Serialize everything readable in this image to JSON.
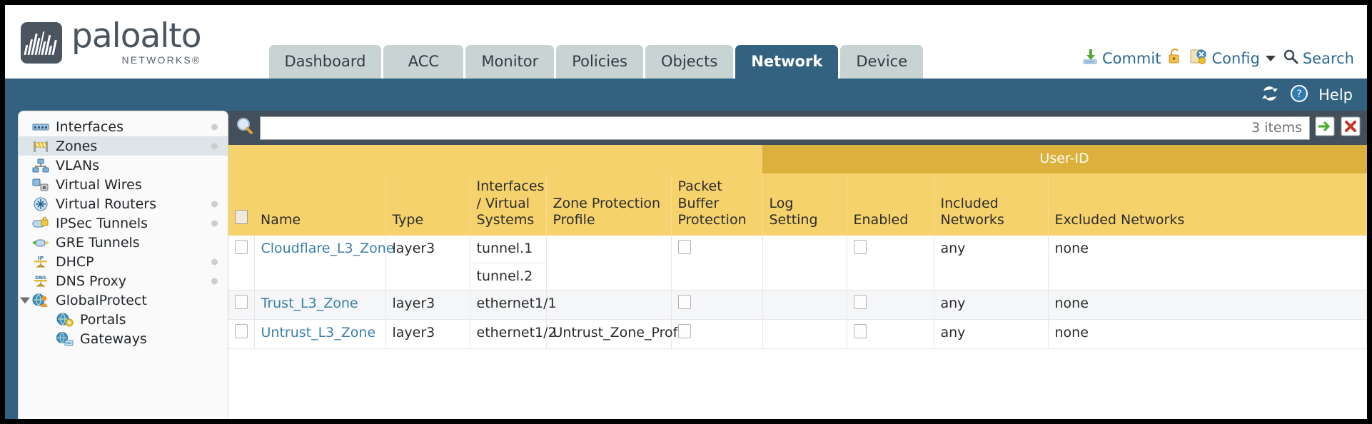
{
  "brand": {
    "name": "paloalto",
    "sub": "NETWORKS®"
  },
  "tabs": [
    {
      "label": "Dashboard",
      "active": false
    },
    {
      "label": "ACC",
      "active": false
    },
    {
      "label": "Monitor",
      "active": false
    },
    {
      "label": "Policies",
      "active": false
    },
    {
      "label": "Objects",
      "active": false
    },
    {
      "label": "Network",
      "active": true
    },
    {
      "label": "Device",
      "active": false
    }
  ],
  "top_actions": {
    "commit": "Commit",
    "config": "Config",
    "search": "Search",
    "lock_icon": "lock-icon",
    "commit_icon": "commit-icon",
    "config_icon": "config-icon",
    "search_icon": "search-icon"
  },
  "subbar": {
    "help": "Help",
    "refresh_icon": "refresh-icon",
    "help_icon": "help-icon"
  },
  "sidebar": {
    "items": [
      {
        "label": "Interfaces",
        "icon": "interfaces-icon",
        "selected": false,
        "dot": true,
        "child": false,
        "expander": false
      },
      {
        "label": "Zones",
        "icon": "zones-icon",
        "selected": true,
        "dot": true,
        "child": false,
        "expander": false
      },
      {
        "label": "VLANs",
        "icon": "vlans-icon",
        "selected": false,
        "dot": false,
        "child": false,
        "expander": false
      },
      {
        "label": "Virtual Wires",
        "icon": "virtual-wires-icon",
        "selected": false,
        "dot": false,
        "child": false,
        "expander": false
      },
      {
        "label": "Virtual Routers",
        "icon": "virtual-routers-icon",
        "selected": false,
        "dot": true,
        "child": false,
        "expander": false
      },
      {
        "label": "IPSec Tunnels",
        "icon": "ipsec-tunnels-icon",
        "selected": false,
        "dot": true,
        "child": false,
        "expander": false
      },
      {
        "label": "GRE Tunnels",
        "icon": "gre-tunnels-icon",
        "selected": false,
        "dot": false,
        "child": false,
        "expander": false
      },
      {
        "label": "DHCP",
        "icon": "dhcp-icon",
        "selected": false,
        "dot": true,
        "child": false,
        "expander": false
      },
      {
        "label": "DNS Proxy",
        "icon": "dns-proxy-icon",
        "selected": false,
        "dot": true,
        "child": false,
        "expander": false
      },
      {
        "label": "GlobalProtect",
        "icon": "globalprotect-icon",
        "selected": false,
        "dot": false,
        "child": false,
        "expander": true
      },
      {
        "label": "Portals",
        "icon": "portals-icon",
        "selected": false,
        "dot": false,
        "child": true,
        "expander": false
      },
      {
        "label": "Gateways",
        "icon": "gateways-icon",
        "selected": false,
        "dot": false,
        "child": true,
        "expander": false
      }
    ]
  },
  "search": {
    "value": "",
    "placeholder": "",
    "items_count": "3 items"
  },
  "table": {
    "group_header": "User-ID",
    "headers": {
      "name": "Name",
      "type": "Type",
      "interfaces": "Interfaces / Virtual Systems",
      "zone_protection": "Zone Protection Profile",
      "packet_buffer": "Packet Buffer Protection",
      "log_setting": "Log Setting",
      "enabled": "Enabled",
      "included_networks": "Included Networks",
      "excluded_networks": "Excluded Networks"
    },
    "rows": [
      {
        "checked": false,
        "name": "Cloudflare_L3_Zone",
        "type": "layer3",
        "interfaces": [
          "tunnel.1",
          "tunnel.2"
        ],
        "zone_protection": "",
        "packet_buffer_checked": false,
        "log_setting": "",
        "userid_enabled": false,
        "included_networks": "any",
        "excluded_networks": "none"
      },
      {
        "checked": false,
        "name": "Trust_L3_Zone",
        "type": "layer3",
        "interfaces": [
          "ethernet1/1"
        ],
        "zone_protection": "",
        "packet_buffer_checked": false,
        "log_setting": "",
        "userid_enabled": false,
        "included_networks": "any",
        "excluded_networks": "none"
      },
      {
        "checked": false,
        "name": "Untrust_L3_Zone",
        "type": "layer3",
        "interfaces": [
          "ethernet1/2"
        ],
        "zone_protection": "Untrust_Zone_Prof",
        "packet_buffer_checked": false,
        "log_setting": "",
        "userid_enabled": false,
        "included_networks": "any",
        "excluded_networks": "none"
      }
    ]
  },
  "colors": {
    "brand_blue": "#336280",
    "table_header": "#f5d26c",
    "group_header": "#dbb03c",
    "link": "#3a7fa8",
    "search_bar": "#43505c"
  }
}
